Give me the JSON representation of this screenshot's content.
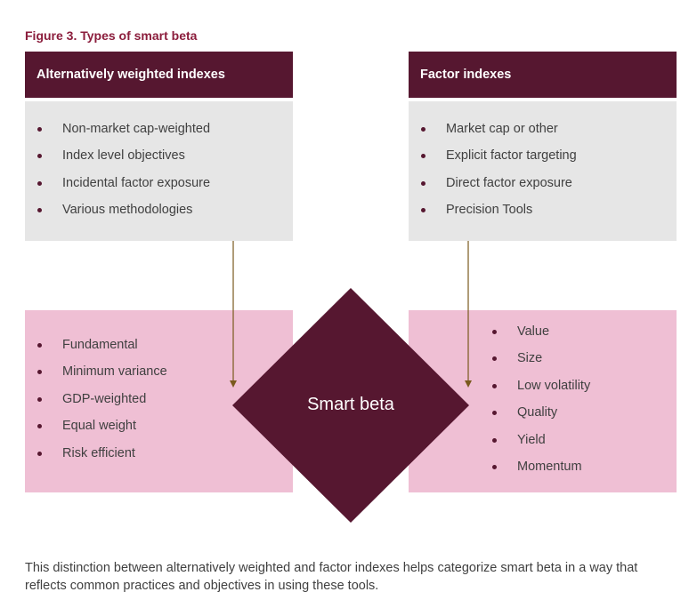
{
  "figure_title": "Figure 3. Types of smart beta",
  "left": {
    "header": "Alternatively weighted indexes",
    "traits": [
      "Non-market cap-weighted",
      "Index level objectives",
      "Incidental factor exposure",
      "Various methodologies"
    ],
    "examples": [
      "Fundamental",
      "Minimum variance",
      "GDP-weighted",
      "Equal weight",
      "Risk efficient"
    ]
  },
  "right": {
    "header": "Factor indexes",
    "traits": [
      "Market cap or other",
      "Explicit factor targeting",
      "Direct factor exposure",
      "Precision Tools"
    ],
    "examples": [
      "Value",
      "Size",
      "Low volatility",
      "Quality",
      "Yield",
      "Momentum"
    ]
  },
  "center": {
    "label": "Smart beta"
  },
  "caption": "This distinction between alternatively weighted and factor indexes helps categorize smart beta in a way that reflects common practices and objectives in using these tools.",
  "colors": {
    "header_bg": "#561730",
    "title_text": "#8b1d3c",
    "grey_box": "#e6e6e6",
    "pink_box": "#efbfd4",
    "arrow": "#7a5a1e",
    "diamond": "#561730"
  }
}
